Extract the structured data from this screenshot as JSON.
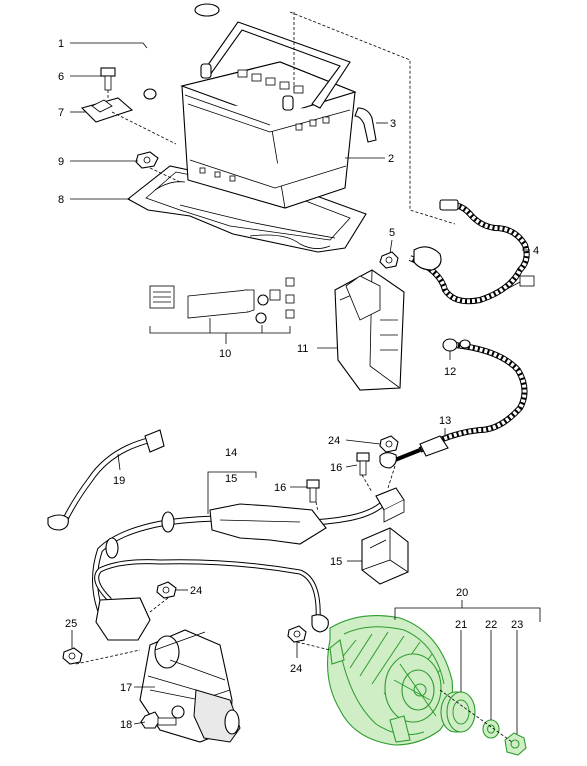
{
  "callouts": [
    {
      "key": "c1",
      "label": "1"
    },
    {
      "key": "c2",
      "label": "2"
    },
    {
      "key": "c3",
      "label": "3"
    },
    {
      "key": "c4",
      "label": "4"
    },
    {
      "key": "c5",
      "label": "5"
    },
    {
      "key": "c6",
      "label": "6"
    },
    {
      "key": "c7",
      "label": "7"
    },
    {
      "key": "c8",
      "label": "8"
    },
    {
      "key": "c9",
      "label": "9"
    },
    {
      "key": "c10",
      "label": "10"
    },
    {
      "key": "c11",
      "label": "11"
    },
    {
      "key": "c12",
      "label": "12"
    },
    {
      "key": "c13",
      "label": "13"
    },
    {
      "key": "c14",
      "label": "14"
    },
    {
      "key": "c15a",
      "label": "15"
    },
    {
      "key": "c15b",
      "label": "15"
    },
    {
      "key": "c16a",
      "label": "16"
    },
    {
      "key": "c16b",
      "label": "16"
    },
    {
      "key": "c17",
      "label": "17"
    },
    {
      "key": "c18",
      "label": "18"
    },
    {
      "key": "c19",
      "label": "19"
    },
    {
      "key": "c20",
      "label": "20"
    },
    {
      "key": "c21",
      "label": "21"
    },
    {
      "key": "c22",
      "label": "22"
    },
    {
      "key": "c23",
      "label": "23"
    },
    {
      "key": "c24a",
      "label": "24"
    },
    {
      "key": "c24b",
      "label": "24"
    },
    {
      "key": "c24c",
      "label": "24"
    },
    {
      "key": "c25",
      "label": "25"
    }
  ],
  "highlight_color": "#2e9c2e",
  "highlighted_part": "20"
}
